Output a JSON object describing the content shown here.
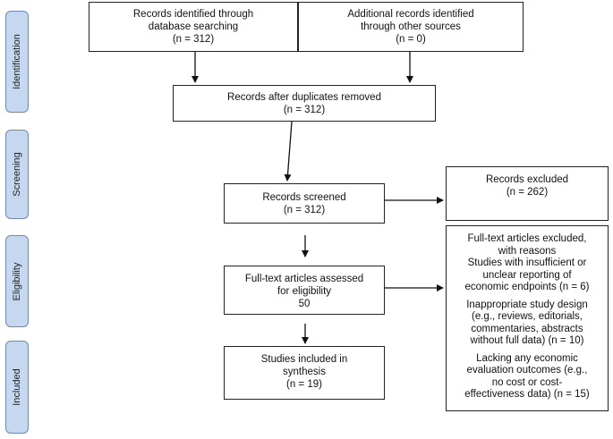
{
  "stages": {
    "identification": "Identification",
    "screening": "Screening",
    "eligibility": "Eligibility",
    "included": "Included"
  },
  "boxes": {
    "database_search": {
      "line1": "Records identified through",
      "line2": "database searching",
      "count": "(n = 312)"
    },
    "other_sources": {
      "line1": "Additional records identified",
      "line2": "through other sources",
      "count": "(n = 0)"
    },
    "after_duplicates": {
      "line1": "Records after duplicates removed",
      "count": "(n = 312)"
    },
    "screened": {
      "line1": "Records screened",
      "count": "(n = 312)"
    },
    "excluded": {
      "line1": "Records excluded",
      "count": "(n = 262)"
    },
    "full_text_assessed": {
      "line1": "Full-text articles assessed",
      "line2": "for eligibility",
      "count": "50"
    },
    "included": {
      "line1": "Studies included in",
      "line2": "synthesis",
      "count": "(n = 19)"
    },
    "full_text_excluded": {
      "lines1": [
        "Full-text articles excluded,",
        "with reasons",
        "Studies with insufficient or",
        "unclear reporting of",
        "economic endpoints (n = 6)"
      ],
      "lines2": [
        "Inappropriate study design",
        "(e.g., reviews, editorials,",
        "commentaries, abstracts",
        "without full data) (n = 10)"
      ],
      "lines3": [
        "Lacking any economic",
        "evaluation outcomes (e.g.,",
        "no cost or cost-",
        "effectiveness data) (n = 15)"
      ]
    }
  }
}
